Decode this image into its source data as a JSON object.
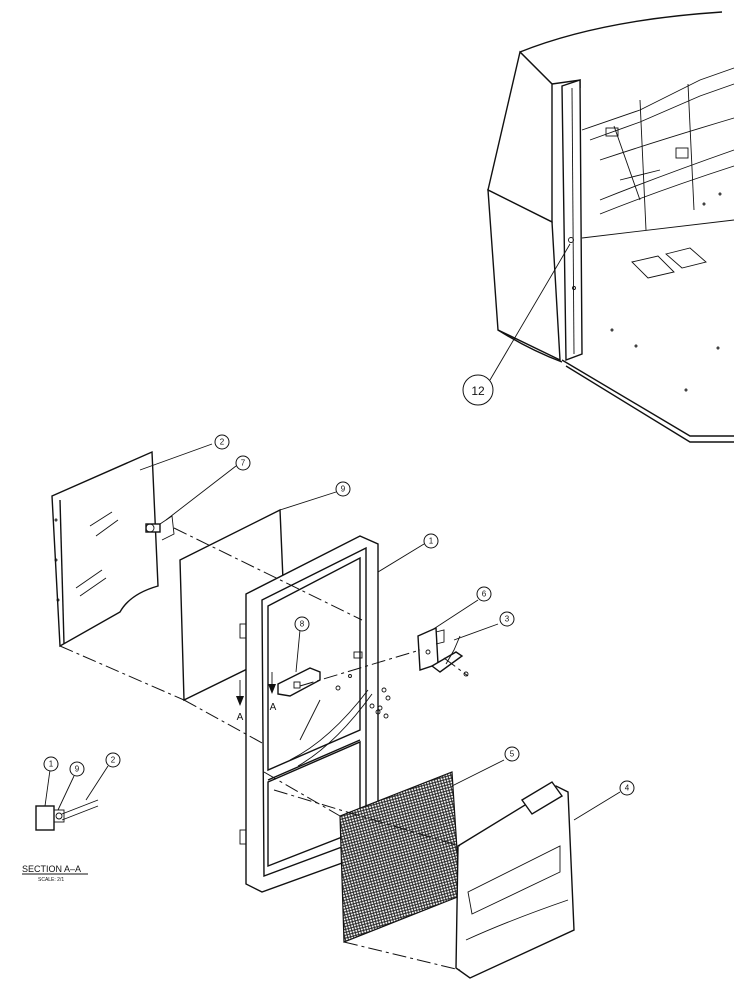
{
  "callouts": {
    "c1": "1",
    "c2": "2",
    "c3": "3",
    "c4": "4",
    "c5": "5",
    "c6": "6",
    "c7": "7",
    "c8": "8",
    "c9": "9",
    "c12": "12",
    "s1": "1",
    "s9": "9",
    "s2": "2"
  },
  "section_marks": {
    "a_left": "A",
    "a_right": "A"
  },
  "section_view": {
    "title": "SECTION  A–A",
    "scale": "SCALE: 2/1"
  }
}
